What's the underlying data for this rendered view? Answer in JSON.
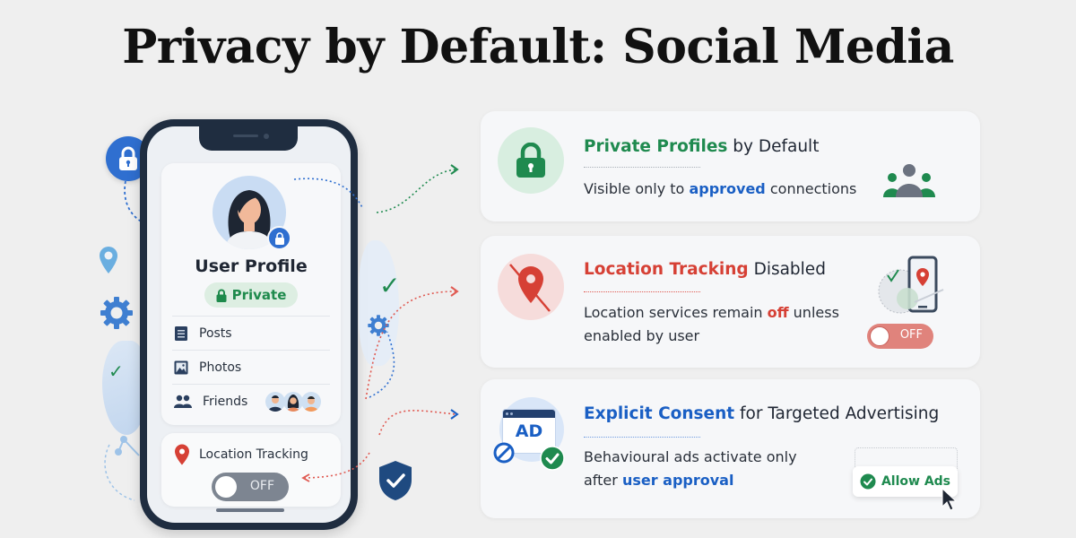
{
  "title": "Privacy by Default: Social Media",
  "phone": {
    "profile": {
      "title": "User Profile",
      "privacy_badge": "Private",
      "menu": [
        {
          "label": "Posts",
          "icon": "document-icon"
        },
        {
          "label": "Photos",
          "icon": "image-icon"
        },
        {
          "label": "Friends",
          "icon": "people-icon"
        }
      ]
    },
    "location": {
      "label": "Location Tracking",
      "toggle_state": "OFF"
    }
  },
  "cards": [
    {
      "title_highlight": "Private Profiles",
      "title_rest": " by Default",
      "desc_pre": "Visible only to ",
      "desc_highlight": "approved",
      "desc_post": " connections",
      "accent": "#1f8a4f"
    },
    {
      "title_highlight": "Location Tracking",
      "title_rest": " Disabled",
      "desc_pre": "Location services remain ",
      "desc_highlight": "off",
      "desc_post": " unless",
      "desc_line2": "enabled by user",
      "toggle_state": "OFF",
      "accent": "#d64035"
    },
    {
      "title_highlight": "Explicit Consent",
      "title_rest": " for Targeted Advertising",
      "desc_line1": "Behavioural ads activate only",
      "desc_pre2": "after ",
      "desc_highlight": "user approval",
      "ad_label": "AD",
      "button_label": "Allow Ads",
      "accent": "#1a5fc4"
    }
  ],
  "colors": {
    "background": "#efefef",
    "green": "#1f8a4f",
    "red": "#d64035",
    "blue": "#1a5fc4",
    "phone_frame": "#1f2d40"
  }
}
